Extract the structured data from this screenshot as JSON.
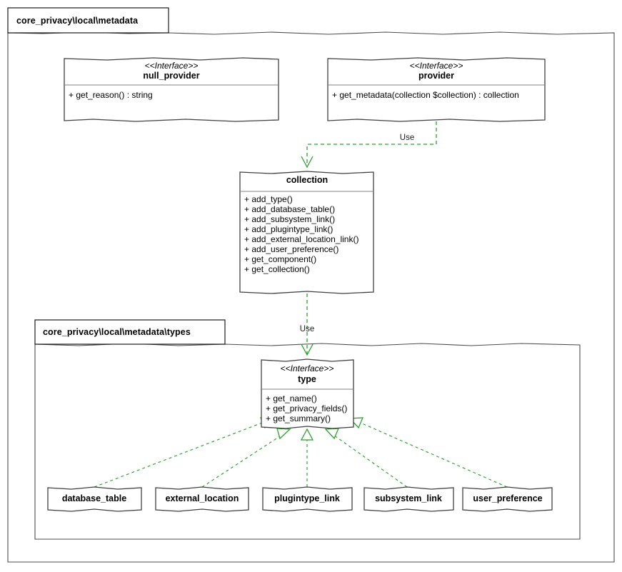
{
  "diagram": {
    "title": "core_privacy\\local\\metadata",
    "accent_color": "#2ca02c",
    "line_color": "#404040",
    "background": "#ffffff"
  },
  "packages": [
    {
      "id": "outer",
      "label": "core_privacy\\local\\metadata"
    },
    {
      "id": "inner",
      "label": "core_privacy\\local\\metadata\\types"
    }
  ],
  "classes": {
    "null_provider": {
      "stereotype": "<<Interface>>",
      "name": "null_provider",
      "members": [
        "+ get_reason() : string"
      ]
    },
    "provider": {
      "stereotype": "<<Interface>>",
      "name": "provider",
      "members": [
        "+ get_metadata(collection $collection) : collection"
      ]
    },
    "collection": {
      "stereotype": "",
      "name": "collection",
      "members": [
        "+ add_type()",
        "+ add_database_table()",
        "+ add_subsystem_link()",
        "+ add_plugintype_link()",
        "+ add_external_location_link()",
        "+ add_user_preference()",
        "+ get_component()",
        "+ get_collection()"
      ]
    },
    "type": {
      "stereotype": "<<Interface>>",
      "name": "type",
      "members": [
        "+ get_name()",
        "+ get_privacy_fields()",
        "+ get_summary()"
      ]
    },
    "database_table": {
      "stereotype": "",
      "name": "database_table",
      "members": []
    },
    "external_location": {
      "stereotype": "",
      "name": "external_location",
      "members": []
    },
    "plugintype_link": {
      "stereotype": "",
      "name": "plugintype_link",
      "members": []
    },
    "subsystem_link": {
      "stereotype": "",
      "name": "subsystem_link",
      "members": []
    },
    "user_preference": {
      "stereotype": "",
      "name": "user_preference",
      "members": []
    }
  },
  "relationships": [
    {
      "id": "provider-uses-collection",
      "from": "provider",
      "to": "collection",
      "kind": "dependency",
      "label": "Use"
    },
    {
      "id": "collection-uses-type",
      "from": "collection",
      "to": "type",
      "kind": "dependency",
      "label": "Use"
    },
    {
      "id": "database_table-realizes-type",
      "from": "database_table",
      "to": "type",
      "kind": "realization",
      "label": ""
    },
    {
      "id": "external_location-realizes-type",
      "from": "external_location",
      "to": "type",
      "kind": "realization",
      "label": ""
    },
    {
      "id": "plugintype_link-realizes-type",
      "from": "plugintype_link",
      "to": "type",
      "kind": "realization",
      "label": ""
    },
    {
      "id": "subsystem_link-realizes-type",
      "from": "subsystem_link",
      "to": "type",
      "kind": "realization",
      "label": ""
    },
    {
      "id": "user_preference-realizes-type",
      "from": "user_preference",
      "to": "type",
      "kind": "realization",
      "label": ""
    }
  ]
}
